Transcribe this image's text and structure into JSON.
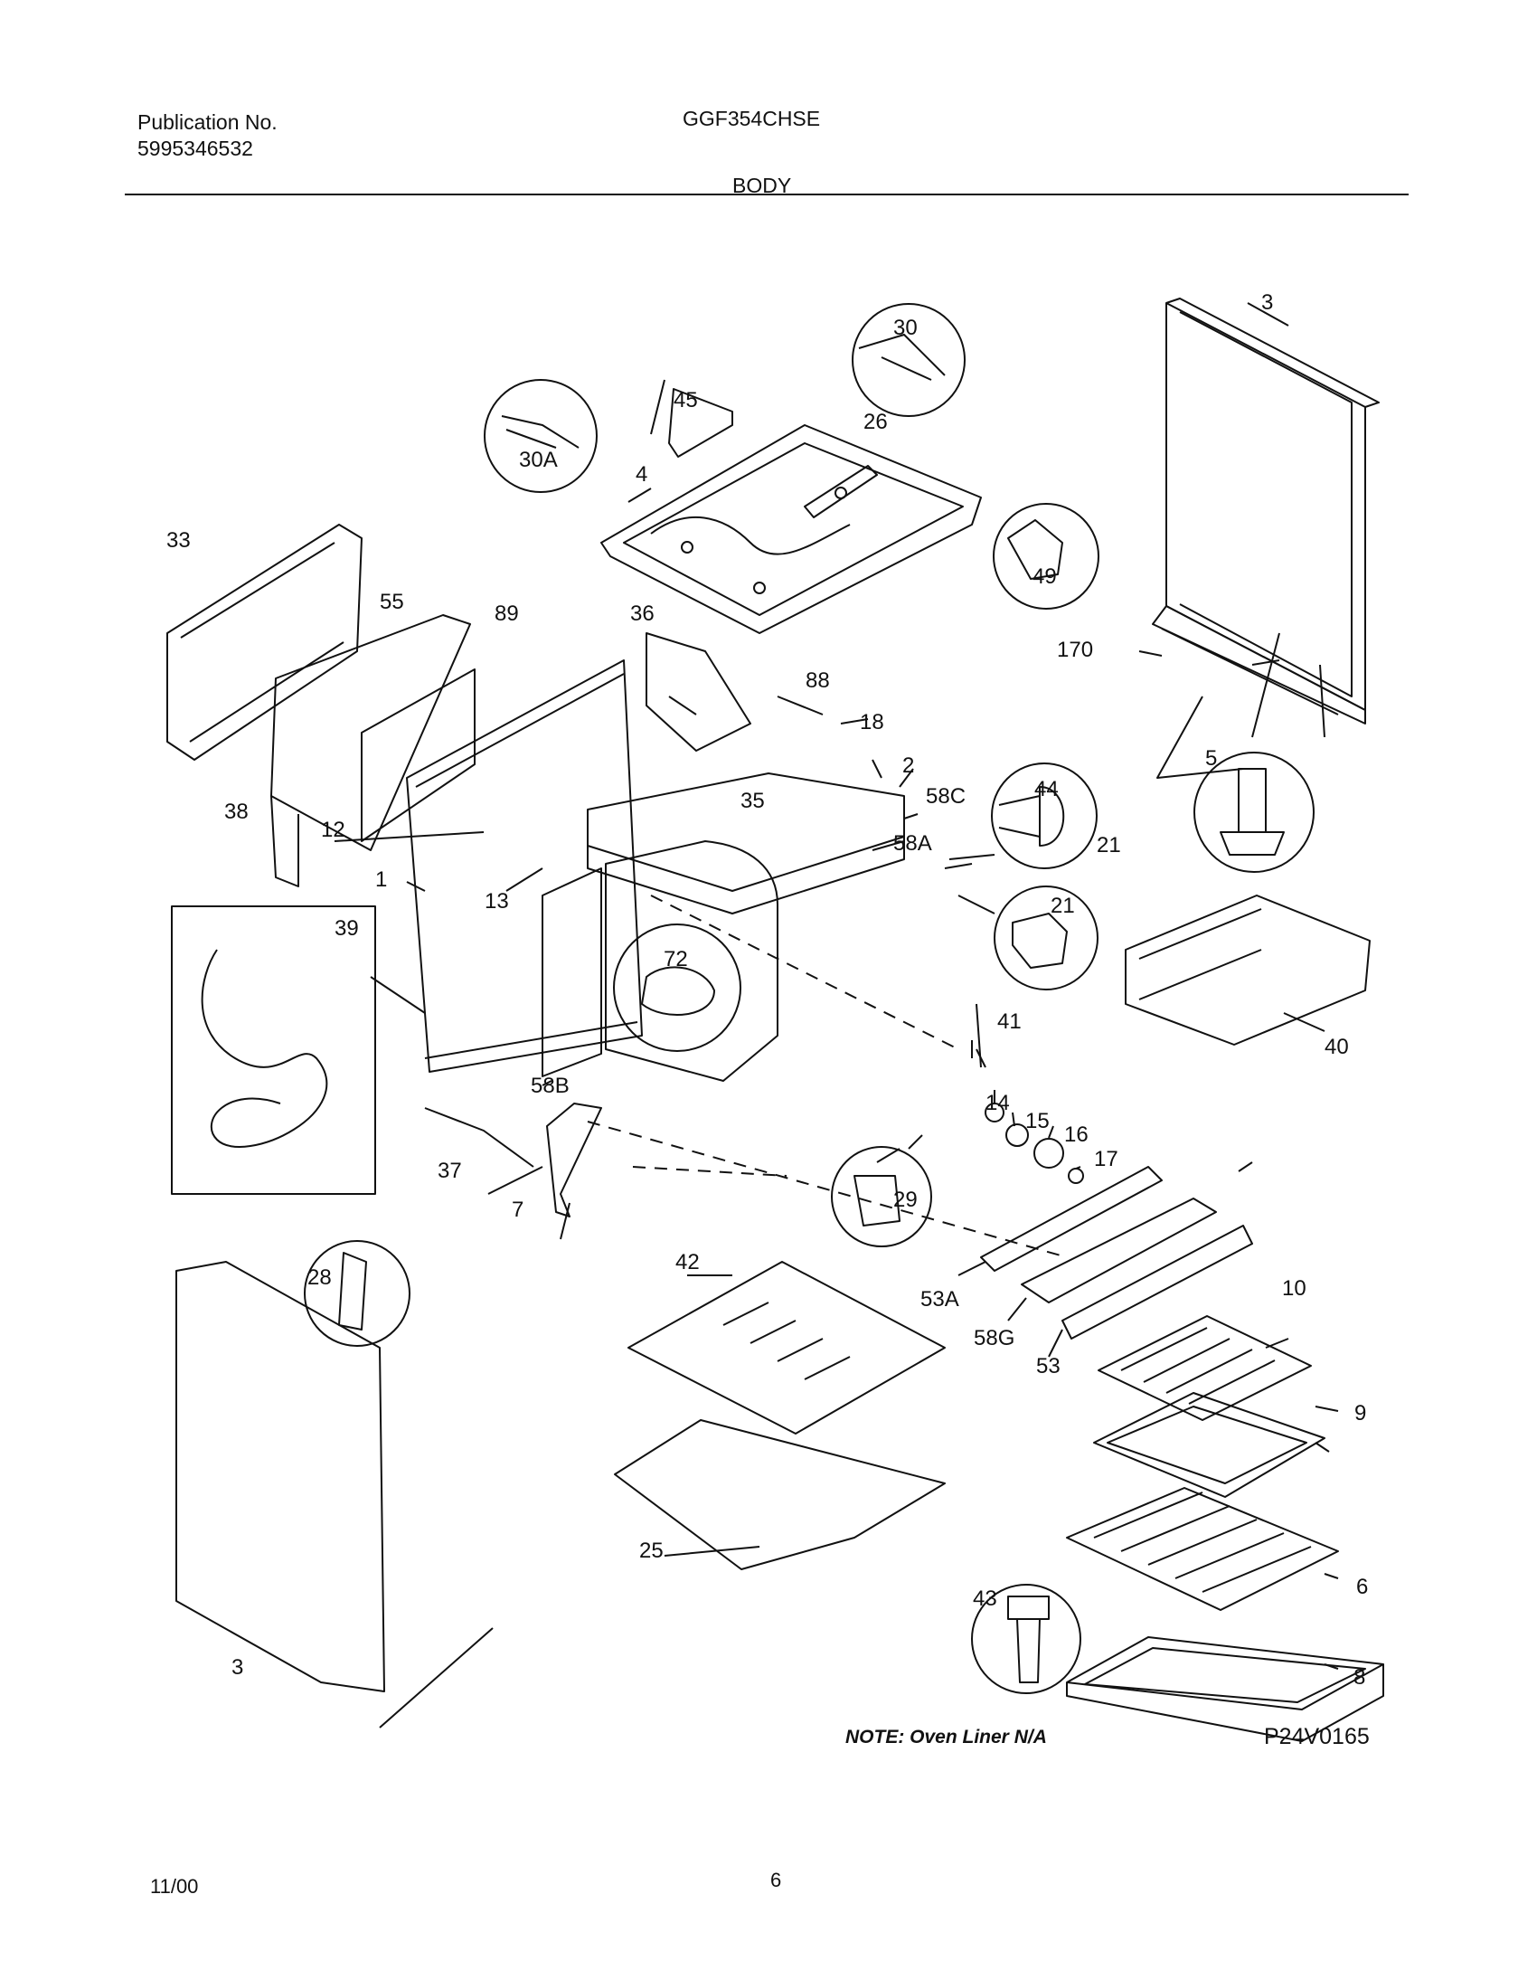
{
  "header": {
    "publication_label": "Publication No.",
    "publication_number": "5995346532",
    "model": "GGF354CHSE",
    "section": "BODY"
  },
  "diagram": {
    "callouts": [
      "3",
      "30",
      "30A",
      "45",
      "26",
      "4",
      "49",
      "33",
      "55",
      "89",
      "36",
      "88",
      "18",
      "2",
      "58C",
      "35",
      "170",
      "5",
      "38",
      "12",
      "1",
      "13",
      "44",
      "21",
      "58A",
      "21",
      "39",
      "72",
      "40",
      "58B",
      "41",
      "14",
      "15",
      "16",
      "17",
      "37",
      "7",
      "29",
      "28",
      "42",
      "53A",
      "58G",
      "53",
      "10",
      "9",
      "6",
      "43",
      "25",
      "3",
      "8"
    ]
  },
  "footer_note": "NOTE: Oven Liner N/A",
  "figure_number": "P24V0165",
  "date": "11/00",
  "page_number": "6"
}
